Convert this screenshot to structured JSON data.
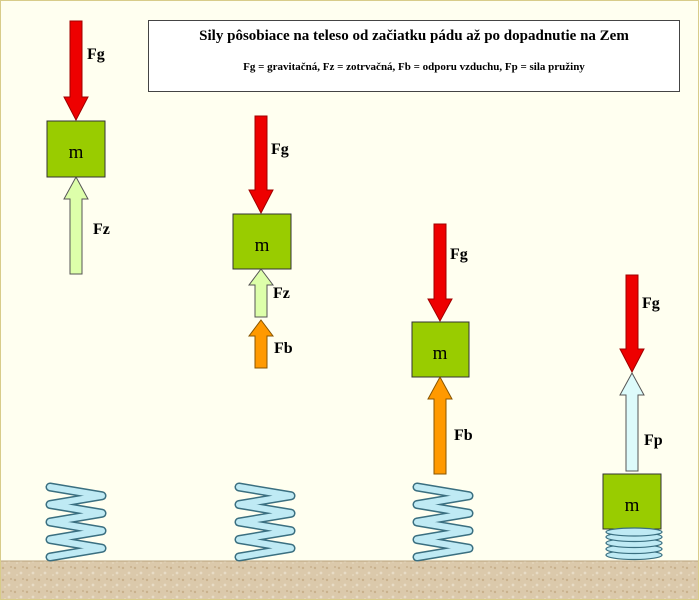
{
  "header": {
    "title": "Sily pôsobiace na teleso od začiatku pádu až po dopadnutie na Zem",
    "legend": "Fg = gravitačná, Fz = zotrvačná, Fb = odporu vzduchu, Fp = sila pružiny"
  },
  "labels": {
    "mass": "m",
    "gravity": "Fg",
    "inertia": "Fz",
    "air_resistance": "Fb",
    "spring": "Fp"
  },
  "colors": {
    "background": "#fffff0",
    "gravity_arrow": "#ee0000",
    "inertia_arrow": "#ddffaa",
    "air_arrow": "#ff9900",
    "spring_arrow": "#ddfbfb",
    "mass_block": "#99cc00",
    "spring_coil": "#bfeaf4",
    "ground": "#d9c7a8"
  }
}
